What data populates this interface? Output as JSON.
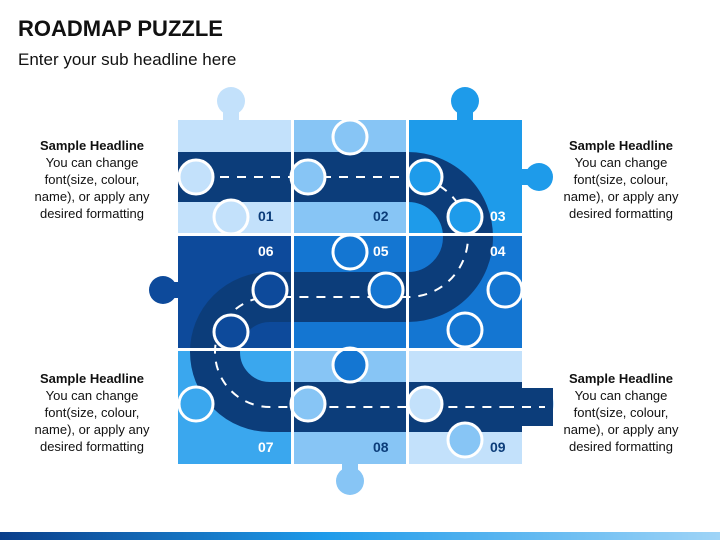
{
  "page": {
    "title": "ROADMAP PUZZLE",
    "subtitle": "Enter your sub headline here"
  },
  "notes": [
    {
      "id": "top-left",
      "headline": "Sample Headline",
      "lines": [
        "You can change",
        "font(size, colour,",
        "name), or apply any",
        "desired formatting"
      ]
    },
    {
      "id": "top-right",
      "headline": "Sample Headline",
      "lines": [
        "You can change",
        "font(size, colour,",
        "name), or apply any",
        "desired formatting"
      ]
    },
    {
      "id": "bottom-left",
      "headline": "Sample Headline",
      "lines": [
        "You can change",
        "font(size, colour,",
        "name), or apply any",
        "desired formatting"
      ]
    },
    {
      "id": "bottom-right",
      "headline": "Sample Headline",
      "lines": [
        "You can change",
        "font(size, colour,",
        "name), or apply any",
        "desired formatting"
      ]
    }
  ],
  "pieces": [
    {
      "label": "01",
      "color": "#c3e1fb"
    },
    {
      "label": "02",
      "color": "#87c5f5"
    },
    {
      "label": "03",
      "color": "#1e9bea"
    },
    {
      "label": "04",
      "color": "#1476d2"
    },
    {
      "label": "05",
      "color": "#1476d2"
    },
    {
      "label": "06",
      "color": "#0d4a9b"
    },
    {
      "label": "07",
      "color": "#3aa7ee"
    },
    {
      "label": "08",
      "color": "#87c5f5"
    },
    {
      "label": "09",
      "color": "#c3e1fb"
    }
  ],
  "colors": {
    "road": "#0c3d7a",
    "road_dash": "#ffffff",
    "gap": "#ffffff",
    "label_dark": "#0c3d7a",
    "label_light": "#ffffff",
    "bottom_bar": [
      "#0a3e8a",
      "#1e9bea",
      "#9fd4f7"
    ]
  }
}
